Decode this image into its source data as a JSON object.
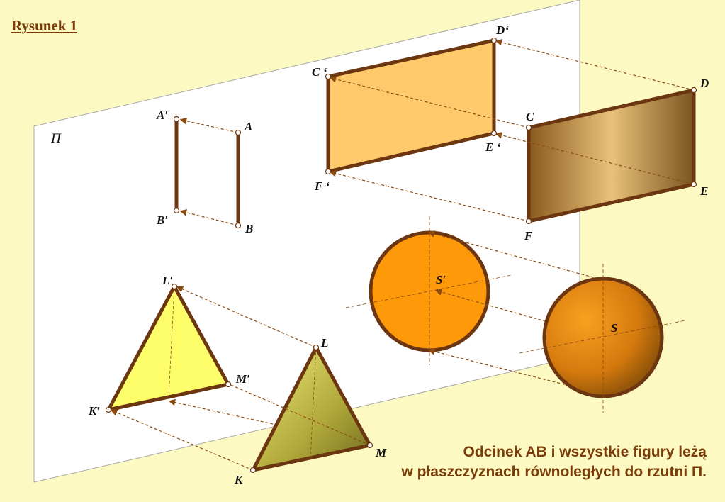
{
  "title": "Rysunek 1",
  "caption": {
    "line1": "Odcinek AB i wszystkie figury leżą",
    "line2": "w płaszczyznach równoległych do rzutni Π."
  },
  "plane_label": "Π",
  "labels": {
    "A": "A",
    "B": "B",
    "A_prime": "A′",
    "B_prime": "B′",
    "C": "C",
    "D": "D",
    "E": "E",
    "F": "F",
    "C_prime": "C ‘",
    "D_prime": "D‘",
    "E_prime": "E ‘",
    "F_prime": "F ‘",
    "S": "S",
    "S_prime": "S′",
    "K": "K",
    "L": "L",
    "M": "M",
    "K_prime": "K′",
    "L_prime": "L′",
    "M_prime": "M′"
  },
  "colors": {
    "background": "#fcf9c2",
    "plane": "#ffffff",
    "outline": "#6b3610",
    "title_text": "#7a3d0a",
    "rect_projection": "#fdc96a",
    "circle_projection": "#fe9a0a",
    "triangle_projection": "#fefe6a"
  }
}
